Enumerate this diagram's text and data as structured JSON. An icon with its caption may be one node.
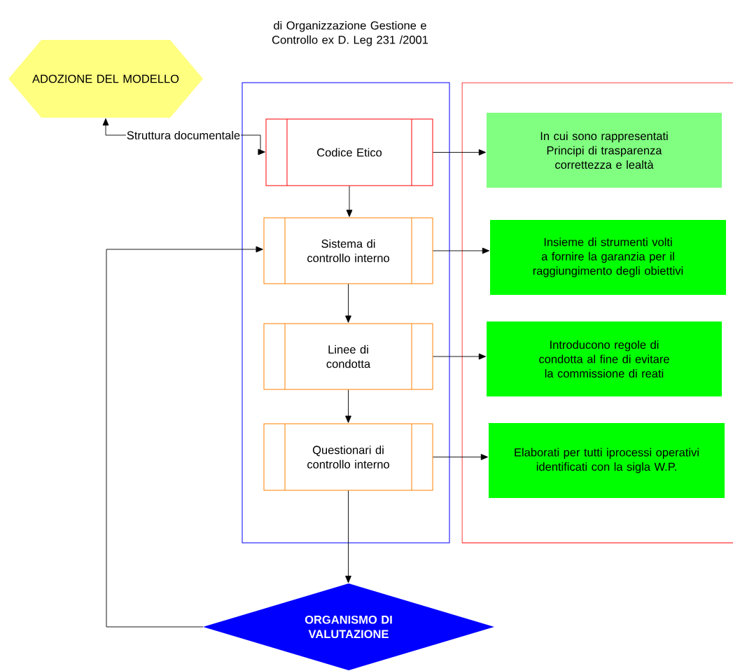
{
  "diagram": {
    "title": "di Organizzazione Gestione e Controllo ex D. Leg 231 /2001",
    "nodes": [
      {
        "text": [
          "ADOZIONE DEL MODELLO"
        ]
      },
      {
        "text": [],
        "shape": "box"
      },
      {
        "text": [
          "Codice Etico"
        ],
        "in": 1
      },
      {
        "text": [
          "Sistema di controllo interno"
        ],
        "in": 1
      },
      {
        "text": [
          "Linee di condotta"
        ],
        "in": 1
      },
      {
        "text": [
          "Questionari di controllo interno"
        ],
        "in": 1
      },
      {
        "text": [],
        "shape": "box"
      },
      {
        "text": [
          "In cui sono rappresentati Principi di trasparenza correttezza e lealtà"
        ],
        "in": 6
      },
      {
        "text": [
          "Insieme di strumenti volti a fornire la garanzia per il raggiungimento degli obiettivi"
        ],
        "in": 6
      },
      {
        "text": [
          "Introducono regole di condotta al fine di evitare la commissione di reati"
        ],
        "in": 6
      },
      {
        "text": [
          "Elaborati per tutti iprocessi operativi identificati con la sigla W.P."
        ],
        "in": 6
      },
      {
        "text": [
          "ORGANISMO DI VALUTAZIONE"
        ]
      }
    ],
    "edges": [
      {
        "from": 0,
        "to": 2,
        "arrow": "both",
        "label": "Struttura documentale"
      },
      {
        "from": 2,
        "to": 7,
        "arrow": "to"
      },
      {
        "from": 3,
        "to": 8,
        "arrow": "to"
      },
      {
        "from": 4,
        "to": 9,
        "arrow": "to"
      },
      {
        "from": 5,
        "to": 10,
        "arrow": "to"
      },
      {
        "from": 2,
        "to": 3,
        "arrow": "to"
      },
      {
        "from": 3,
        "to": 4,
        "arrow": "to"
      },
      {
        "from": 4,
        "to": 5,
        "arrow": "to"
      },
      {
        "from": 5,
        "to": 11,
        "arrow": "to"
      },
      {
        "from": 11,
        "to": 3,
        "arrow": "to"
      }
    ]
  }
}
